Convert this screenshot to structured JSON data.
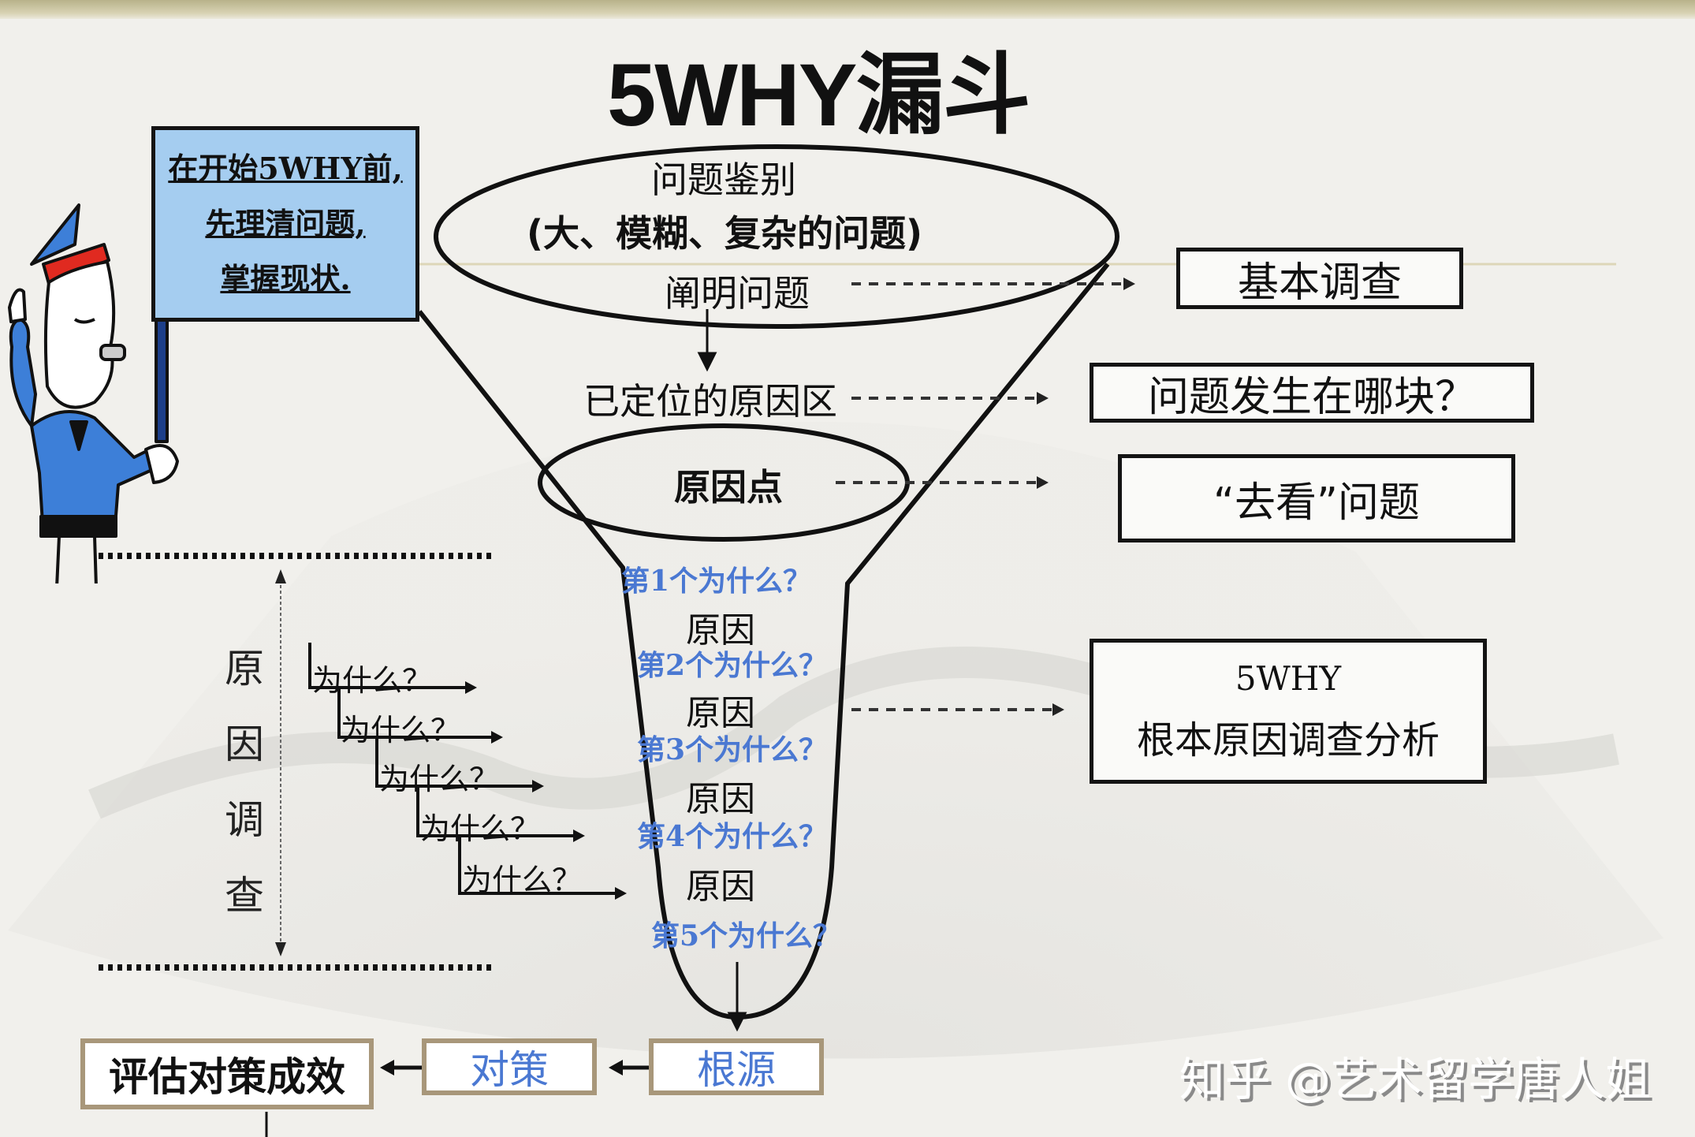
{
  "title": "5WHY漏斗",
  "sign": {
    "lines": [
      "在开始5WHY前,",
      "先理清问题,",
      "掌握现状."
    ]
  },
  "funnel": {
    "top_heading": "问题鉴别",
    "top_sub": "(大、模糊、复杂的问题)",
    "clarify": "阐明问题",
    "located_area": "已定位的原因区",
    "cause_point": "原因点",
    "steps": [
      {
        "why": "第1个为什么？",
        "cause": "原因"
      },
      {
        "why": "第2个为什么？",
        "cause": "原因"
      },
      {
        "why": "第3个为什么？",
        "cause": "原因"
      },
      {
        "why": "第4个为什么？",
        "cause": "原因"
      },
      {
        "why": "第5个为什么？"
      }
    ]
  },
  "right_boxes": {
    "basic": "基本调查",
    "where": "问题发生在哪块？",
    "go_see": "“去看”问题",
    "fivewhy_top": "5WHY",
    "fivewhy_bottom": "根本原因调查分析"
  },
  "side_label": [
    "原",
    "因",
    "调",
    "查"
  ],
  "staircase": [
    "为什么？",
    "为什么？",
    "为什么？",
    "为什么？",
    "为什么？"
  ],
  "bottom_flow": {
    "root": "根源",
    "countermeasure": "对策",
    "evaluate": "评估对策成效"
  },
  "watermark": "知乎 @艺术留学唐人姐",
  "colors": {
    "blue_text": "#4a78d2",
    "red_text": "#d02a2a",
    "sign_fill": "#a5cdf0",
    "uniform_blue": "#3d7fd8",
    "bottom_box_border": "#a8977a"
  }
}
